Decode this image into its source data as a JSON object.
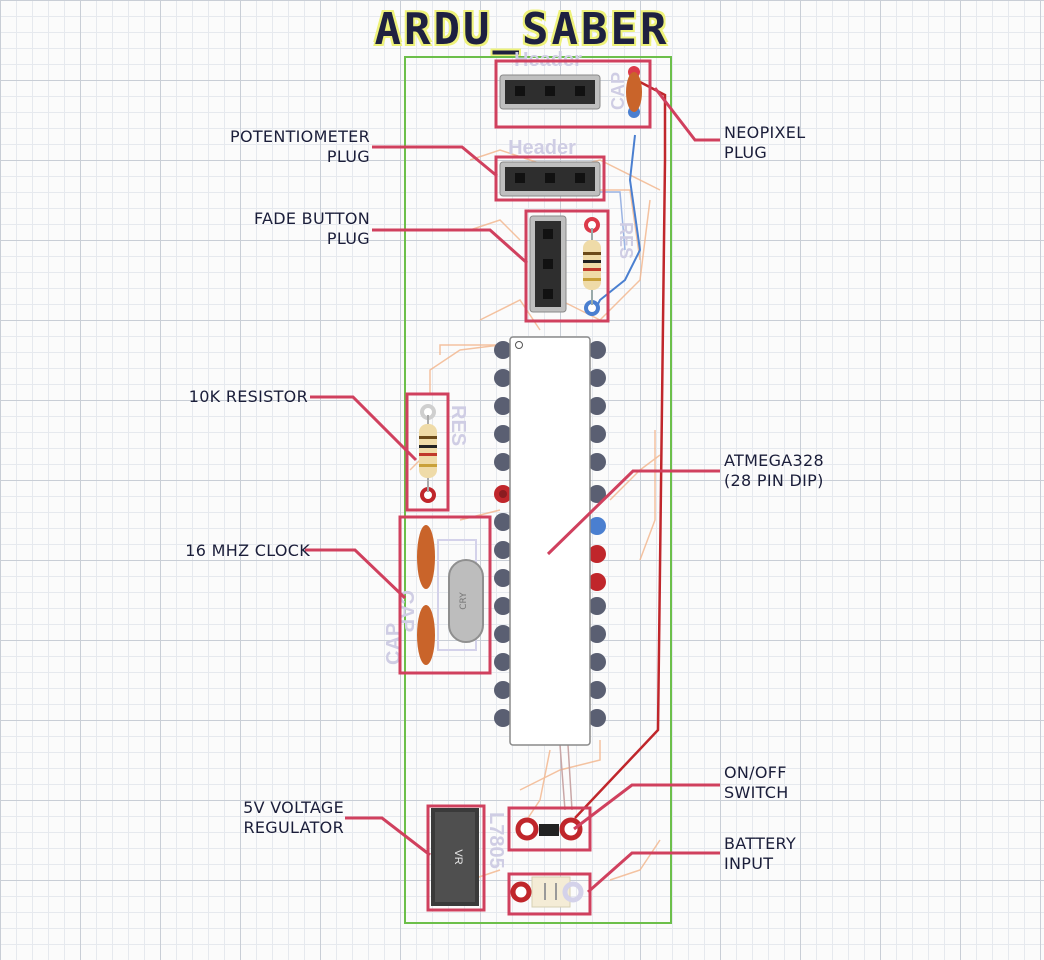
{
  "title": "ARDU_SABER",
  "labels": {
    "neopixel": [
      "NEOPIXEL",
      "PLUG"
    ],
    "potentiometer": [
      "POTENTIOMETER",
      "PLUG"
    ],
    "fade_button": [
      "FADE BUTTON",
      "PLUG"
    ],
    "resistor": "10K RESISTOR",
    "atmega": [
      "ATMEGA328",
      "(28 PIN DIP)"
    ],
    "clock": "16 MHZ CLOCK",
    "on_off": [
      "ON/OFF",
      "SWITCH"
    ],
    "voltage_regulator": [
      "5V VOLTAGE",
      "REGULATOR"
    ],
    "battery": [
      "BATTERY",
      "INPUT"
    ]
  },
  "silkscreen": {
    "header": "Header",
    "cap": "CAP",
    "res": "RES",
    "cry": "CRY",
    "vr": "VR",
    "regulator_part": "L7805"
  },
  "colors": {
    "annotation": "#d0405e",
    "board_outline": "#6cbf4a",
    "trace": "#f3b48a",
    "trace_red": "#c0262b",
    "trace_blue": "#4a7fd0",
    "title": "#1e2140",
    "title_outline": "#eef27a",
    "capacitor": "#c9642a"
  },
  "icons": [
    "pin-header-icon",
    "capacitor-icon",
    "resistor-icon",
    "crystal-icon",
    "dip-chip-icon",
    "switch-icon",
    "battery-connector-icon",
    "regulator-icon"
  ]
}
